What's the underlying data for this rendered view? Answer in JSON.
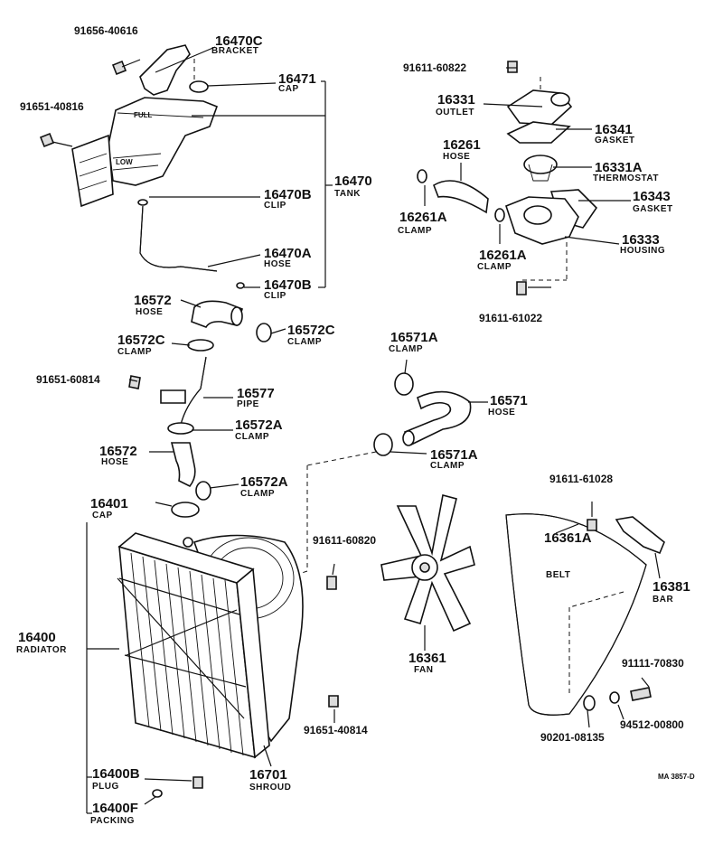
{
  "parts": {
    "p_91656_40616": {
      "num": "91656-40616"
    },
    "p_16470C": {
      "num": "16470C",
      "name": "BRACKET"
    },
    "p_16471": {
      "num": "16471",
      "name": "CAP"
    },
    "p_91651_40816": {
      "num": "91651-40816"
    },
    "p_16470": {
      "num": "16470",
      "name": "TANK"
    },
    "p_16470B_top": {
      "num": "16470B",
      "name": "CLIP"
    },
    "p_16470A": {
      "num": "16470A",
      "name": "HOSE"
    },
    "p_16470B_bot": {
      "num": "16470B",
      "name": "CLIP"
    },
    "p_91611_60822": {
      "num": "91611-60822"
    },
    "p_16331": {
      "num": "16331",
      "name": "OUTLET"
    },
    "p_16341": {
      "num": "16341",
      "name": "GASKET"
    },
    "p_16261": {
      "num": "16261",
      "name": "HOSE"
    },
    "p_16331A": {
      "num": "16331A",
      "name": "THERMOSTAT"
    },
    "p_16343": {
      "num": "16343",
      "name": "GASKET"
    },
    "p_16261A_left": {
      "num": "16261A",
      "name": "CLAMP"
    },
    "p_16333": {
      "num": "16333",
      "name": "HOUSING"
    },
    "p_16261A_right": {
      "num": "16261A",
      "name": "CLAMP"
    },
    "p_91611_61022": {
      "num": "91611-61022"
    },
    "p_16572_top": {
      "num": "16572",
      "name": "HOSE"
    },
    "p_16572C_right": {
      "num": "16572C",
      "name": "CLAMP"
    },
    "p_16572C_left": {
      "num": "16572C",
      "name": "CLAMP"
    },
    "p_91651_60814": {
      "num": "91651-60814"
    },
    "p_16577": {
      "num": "16577",
      "name": "PIPE"
    },
    "p_16572A_top": {
      "num": "16572A",
      "name": "CLAMP"
    },
    "p_16572_bot": {
      "num": "16572",
      "name": "HOSE"
    },
    "p_16572A_bot": {
      "num": "16572A",
      "name": "CLAMP"
    },
    "p_16571A_top": {
      "num": "16571A",
      "name": "CLAMP"
    },
    "p_16571": {
      "num": "16571",
      "name": "HOSE"
    },
    "p_16571A_bot": {
      "num": "16571A",
      "name": "CLAMP"
    },
    "p_16401": {
      "num": "16401",
      "name": "CAP"
    },
    "p_91611_60820": {
      "num": "91611-60820"
    },
    "p_91611_61028": {
      "num": "91611-61028"
    },
    "p_16361A": {
      "num": "16361A",
      "name": "BELT"
    },
    "p_16381": {
      "num": "16381",
      "name": "BAR"
    },
    "p_16400": {
      "num": "16400",
      "name": "RADIATOR"
    },
    "p_16361": {
      "num": "16361",
      "name": "FAN"
    },
    "p_91111_70830": {
      "num": "91111-70830"
    },
    "p_91651_40814": {
      "num": "91651-40814"
    },
    "p_90201_08135": {
      "num": "90201-08135"
    },
    "p_94512_00800": {
      "num": "94512-00800"
    },
    "p_16400B": {
      "num": "16400B",
      "name": "PLUG"
    },
    "p_16701": {
      "num": "16701",
      "name": "SHROUD"
    },
    "p_16400F": {
      "num": "16400F",
      "name": "PACKING"
    }
  },
  "tank_labels": {
    "full": "FULL",
    "low": "LOW"
  },
  "drawing_ref": "MA 3857-D"
}
